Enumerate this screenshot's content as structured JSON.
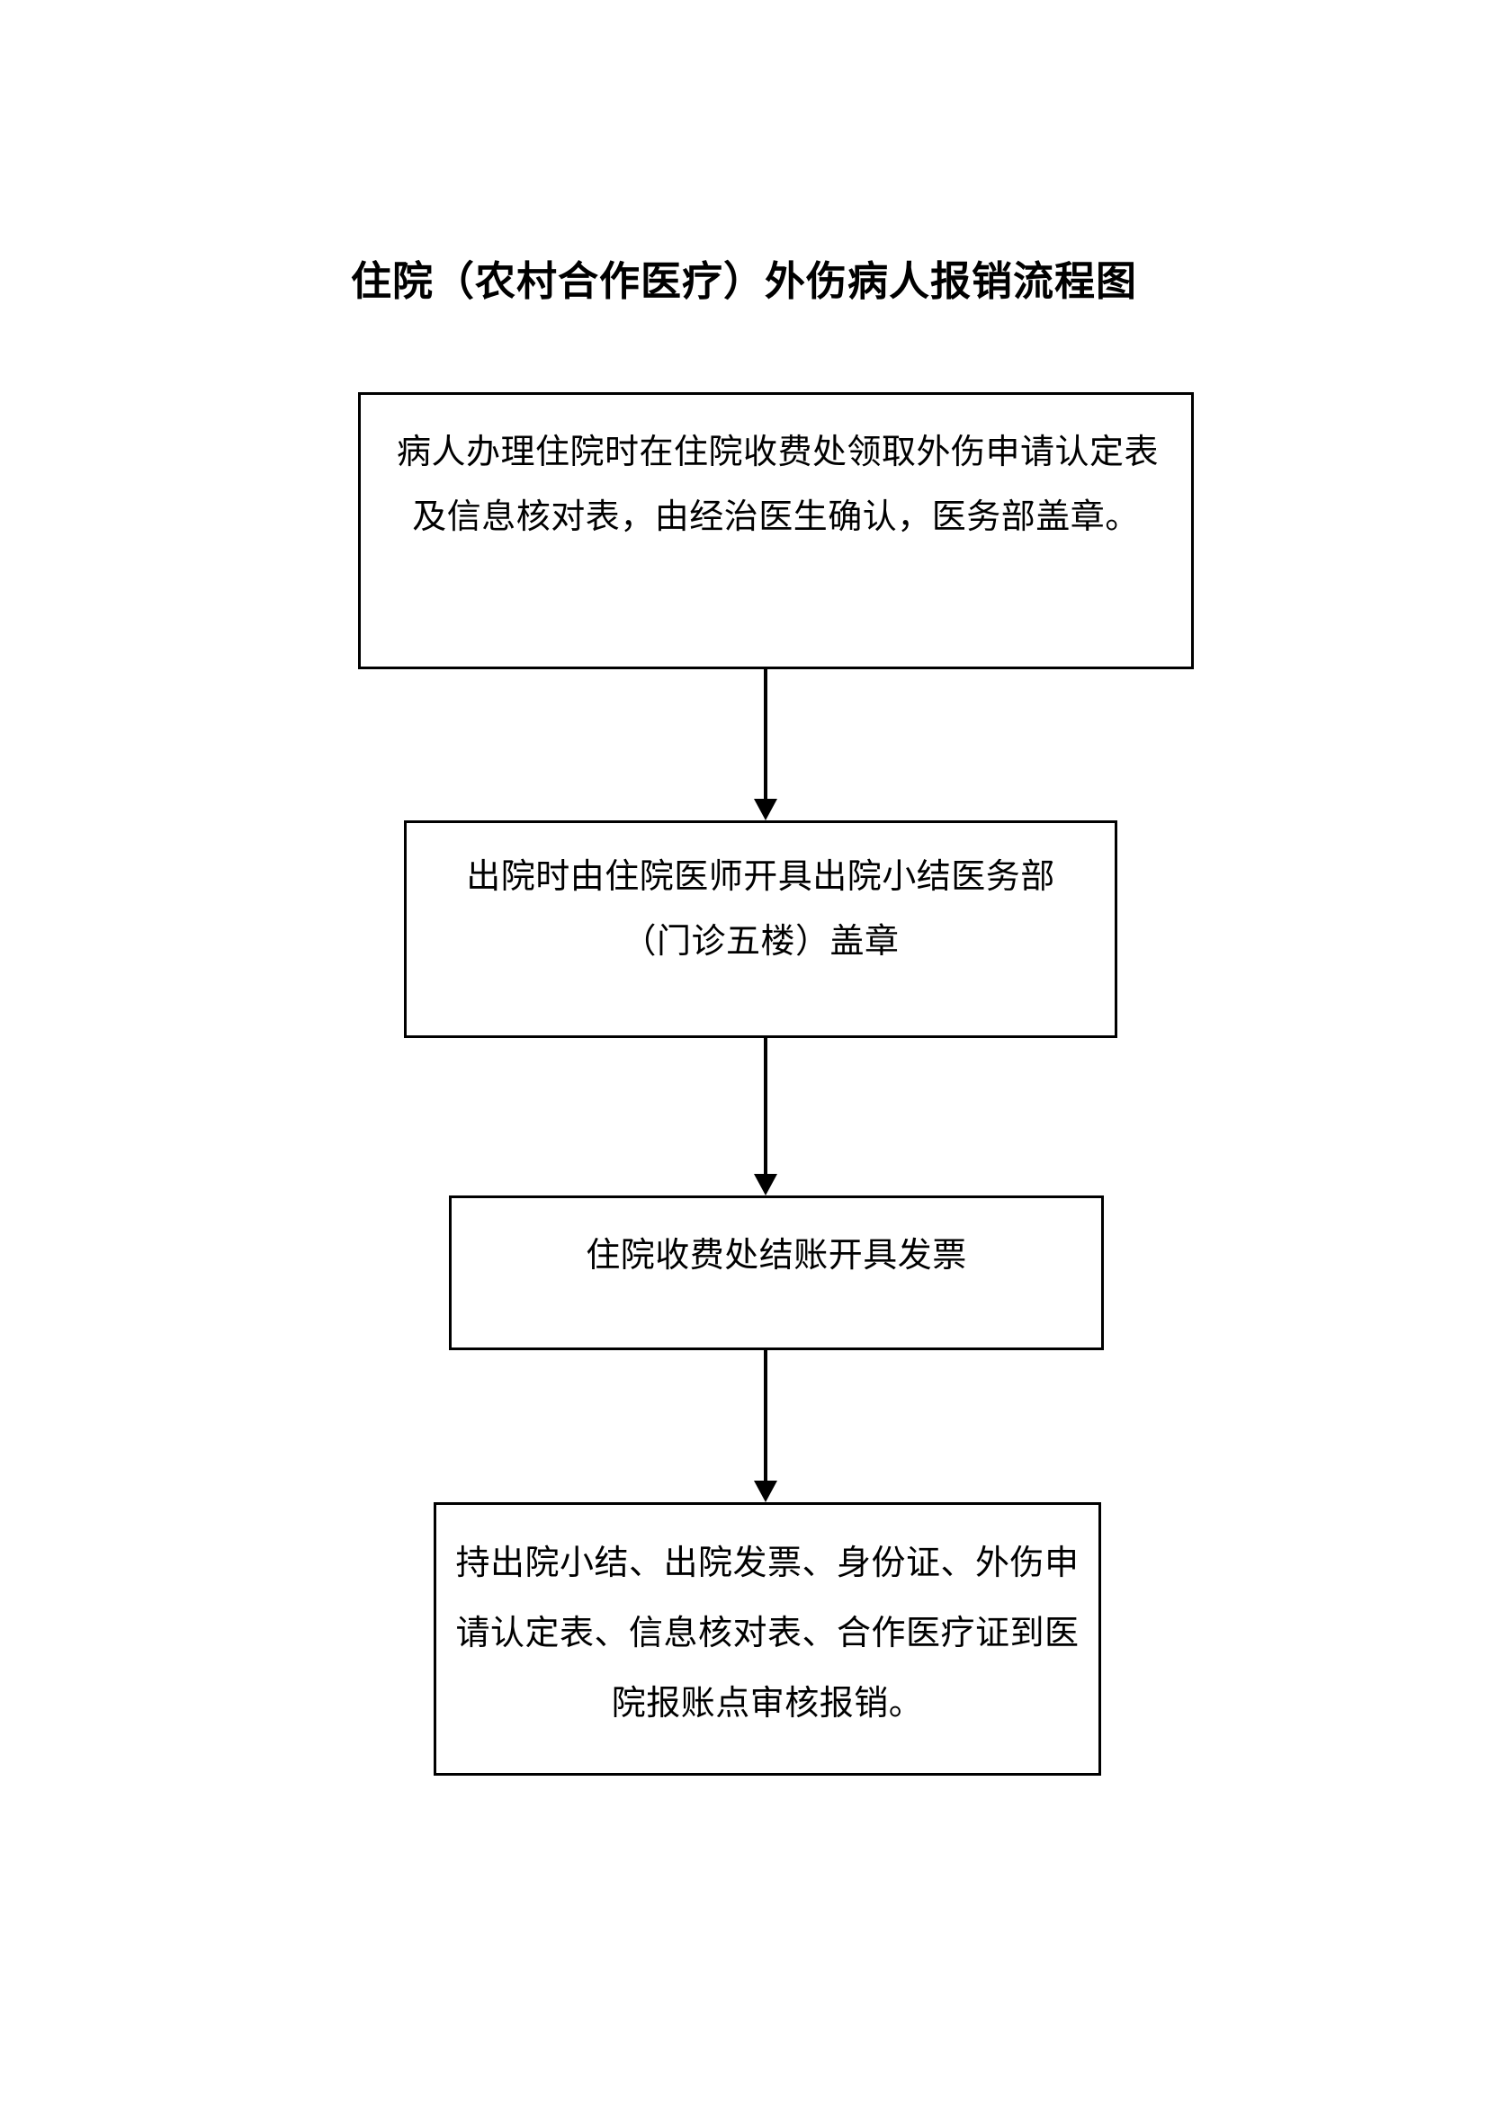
{
  "document": {
    "title": "住院（农村合作医疗）外伤病人报销流程图",
    "background_color": "#ffffff",
    "line_color": "#000000",
    "text_color": "#000000"
  },
  "flowchart": {
    "type": "vertical-flowchart",
    "orientation": "top-to-bottom",
    "node_count": 4,
    "connector_count": 3,
    "nodes": [
      {
        "id": "step-1",
        "order": "1",
        "shape": "rectangle",
        "lines": [
          "病人办理住院时在住院收费处领取外伤申请认定表",
          "及信息核对表，由经治医生确认，医务部盖章。"
        ]
      },
      {
        "id": "step-2",
        "order": "2",
        "shape": "rectangle",
        "lines": [
          "出院时由住院医师开具出院小结医务部",
          "（门诊五楼）盖章"
        ]
      },
      {
        "id": "step-3",
        "order": "3",
        "shape": "rectangle",
        "lines": [
          "住院收费处结账开具发票"
        ]
      },
      {
        "id": "step-4",
        "order": "4",
        "shape": "rectangle",
        "lines": [
          "持出院小结、出院发票、身份证、外伤申",
          "请认定表、信息核对表、合作医疗证到医",
          "院报账点审核报销。"
        ]
      }
    ],
    "connectors": [
      {
        "id": "arrow-1",
        "from": "step-1",
        "to": "step-2",
        "style": "solid-arrow-down"
      },
      {
        "id": "arrow-2",
        "from": "step-2",
        "to": "step-3",
        "style": "solid-arrow-down"
      },
      {
        "id": "arrow-3",
        "from": "step-3",
        "to": "step-4",
        "style": "solid-arrow-down"
      }
    ]
  }
}
